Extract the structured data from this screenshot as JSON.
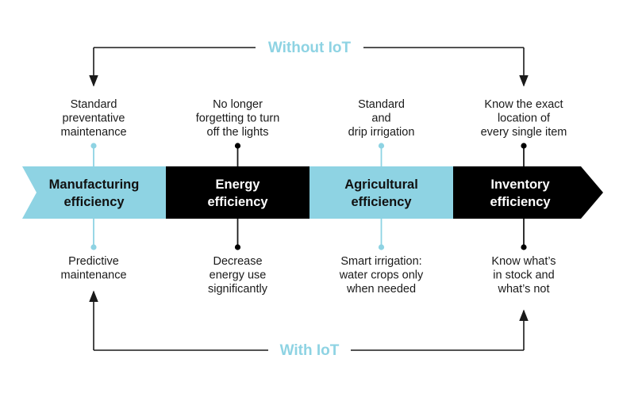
{
  "headers": {
    "top": "Without IoT",
    "bottom": "With IoT"
  },
  "colors": {
    "light": "#8ed3e3",
    "dark": "#000000",
    "header": "#8ed3e3",
    "line": "#1a1a1a"
  },
  "segments": [
    {
      "label": [
        "Manufacturing",
        "efficiency"
      ],
      "fill": "light",
      "without": [
        "Standard",
        "preventative",
        "maintenance"
      ],
      "with": [
        "Predictive",
        "maintenance"
      ]
    },
    {
      "label": [
        "Energy",
        "efficiency"
      ],
      "fill": "dark",
      "without": [
        "No longer",
        "forgetting to turn",
        "off the lights"
      ],
      "with": [
        "Decrease",
        "energy use",
        "significantly"
      ]
    },
    {
      "label": [
        "Agricultural",
        "efficiency"
      ],
      "fill": "light",
      "without": [
        "Standard",
        "and",
        "drip irrigation"
      ],
      "with": [
        "Smart irrigation:",
        "water crops only",
        "when needed"
      ]
    },
    {
      "label": [
        "Inventory",
        "efficiency"
      ],
      "fill": "dark",
      "without": [
        "Know the exact",
        "location of",
        "every single item"
      ],
      "with": [
        "Know what’s",
        "in stock and",
        "what’s not"
      ]
    }
  ]
}
